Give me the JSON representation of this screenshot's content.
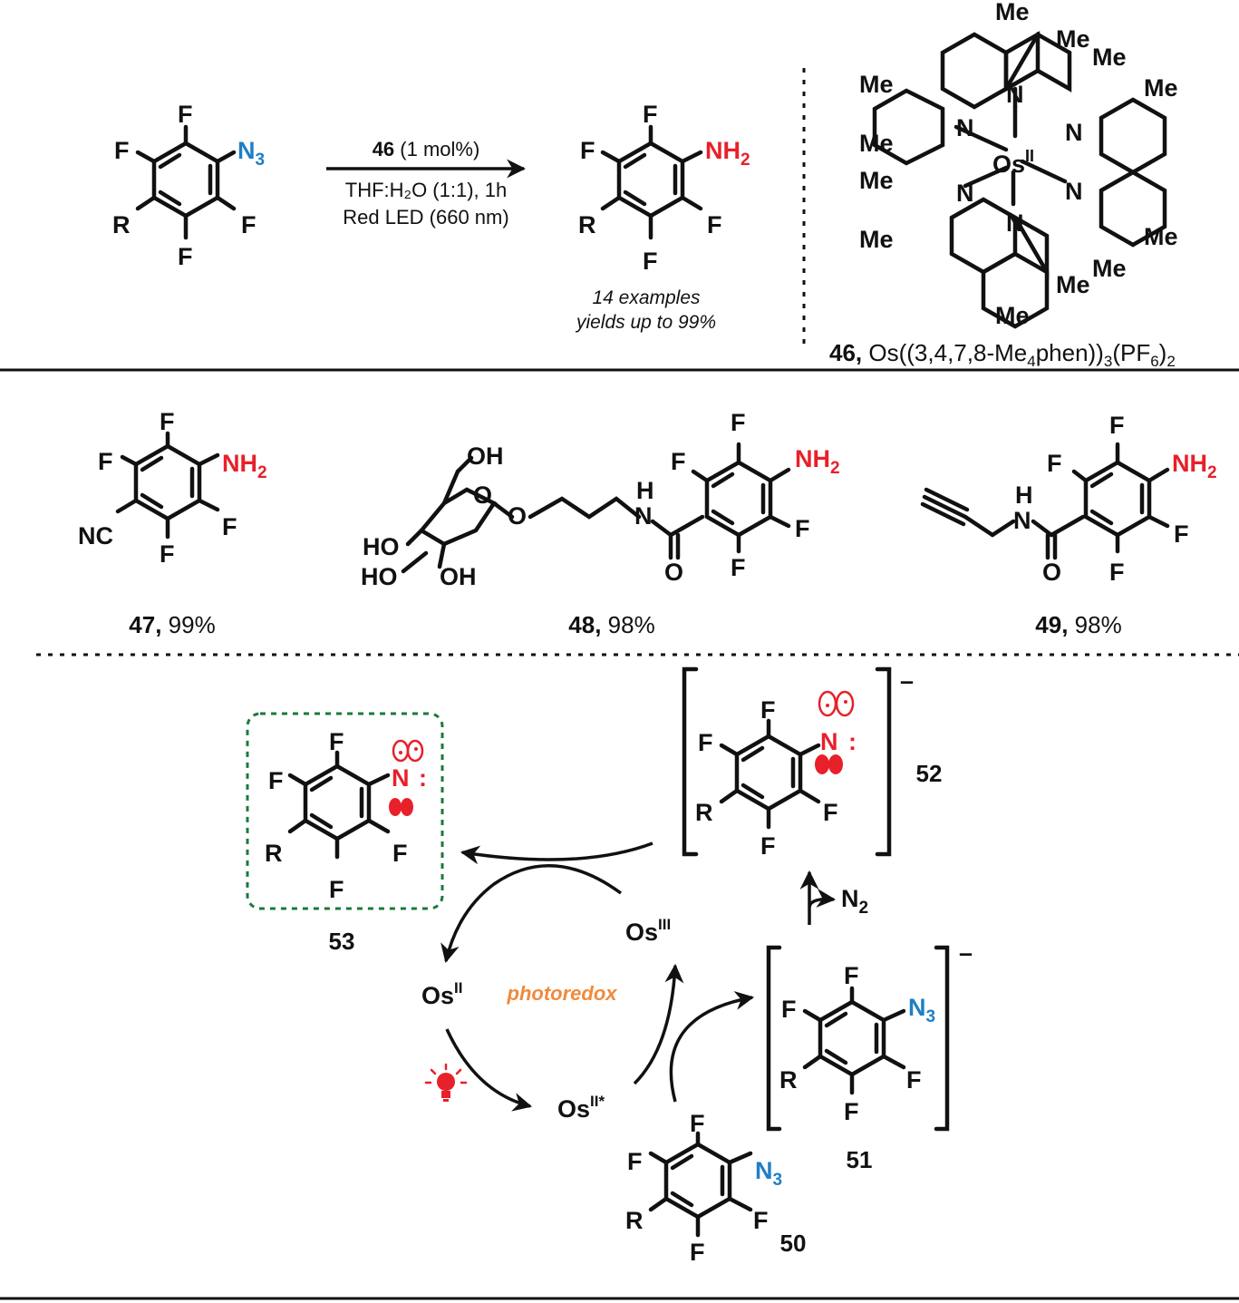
{
  "reaction": {
    "catalyst_bold": "46",
    "catalyst_loading": "(1 mol%)",
    "solvent": "THF:H₂O (1:1), 1h",
    "light": "Red LED (660 nm)",
    "light_color": "#e8202a",
    "scope_line1": "14 examples",
    "scope_line2": "yields up to 99%"
  },
  "catalyst": {
    "id": "46,",
    "formula_prefix": "Os((3,4,7,8-Me",
    "formula_sub1": "4",
    "formula_mid": "phen))",
    "formula_sub2": "3",
    "formula_pf": "(PF",
    "formula_sub3": "6",
    "formula_end": ")",
    "formula_sub4": "2",
    "metal": "Os",
    "oxidation": "II",
    "methyl": "Me"
  },
  "atoms": {
    "F": "F",
    "R": "R",
    "N": "N",
    "N3_base": "N",
    "N3_sub": "3",
    "NH2_base": "NH",
    "NH2_sub": "2",
    "NC": "NC",
    "O": "O",
    "OH": "OH",
    "HO": "HO",
    "H": "H",
    "N2_base": "N",
    "N2_sub": "2"
  },
  "products": [
    {
      "id": "47,",
      "yield": "99%"
    },
    {
      "id": "48,",
      "yield": "98%"
    },
    {
      "id": "49,",
      "yield": "98%"
    }
  ],
  "cycle": {
    "os2": "Os",
    "os2_sup": "II",
    "os2star": "Os",
    "os2star_sup": "II*",
    "os3": "Os",
    "os3_sup": "III",
    "photoredox": "photoredox",
    "photoredox_color": "#f08a3c",
    "nitrene_box_color": "#1a7a3a",
    "label_50": "50",
    "label_51": "51",
    "label_52": "52",
    "label_53": "53",
    "charge": "–",
    "colon": ":"
  }
}
